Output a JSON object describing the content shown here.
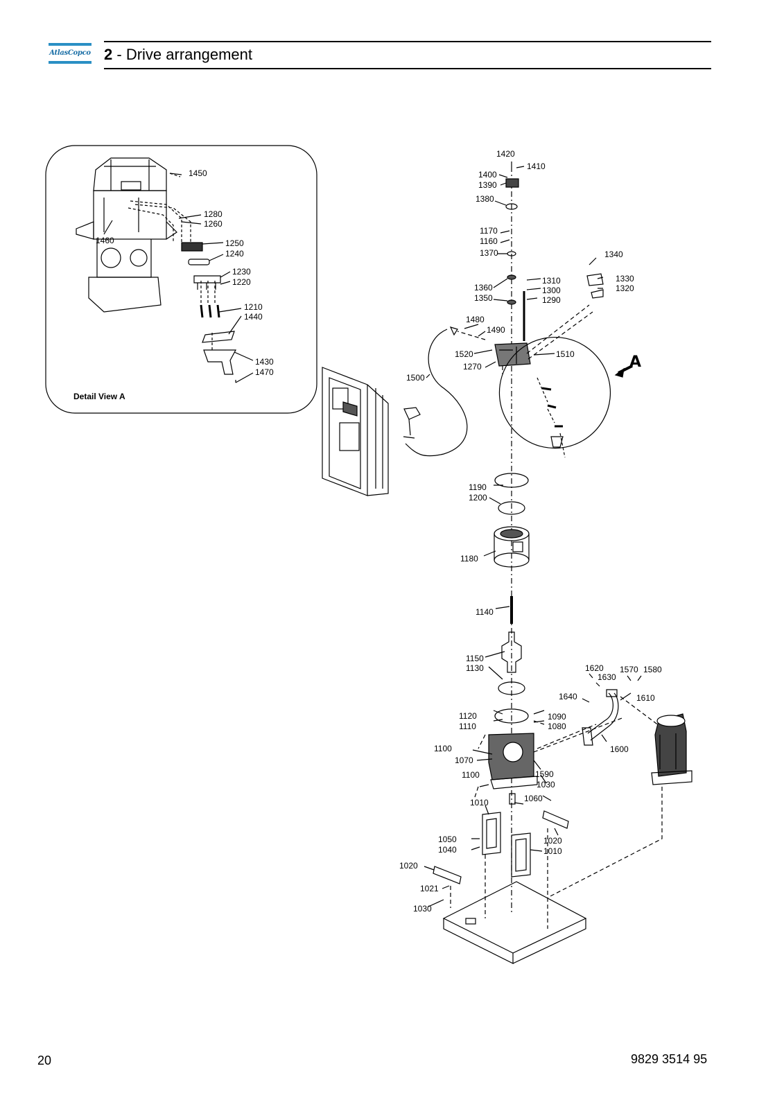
{
  "header": {
    "logo_text": "AtlasCopco",
    "section_number": "2",
    "section_separator": " - ",
    "section_title": "Drive arrangement"
  },
  "diagram": {
    "detail_view_title": "Detail View A",
    "view_marker": "A",
    "labels": {
      "l1450": "1450",
      "l1280": "1280",
      "l1260": "1260",
      "l1460": "1460",
      "l1250": "1250",
      "l1240": "1240",
      "l1230": "1230",
      "l1220": "1220",
      "l1210": "1210",
      "l1440": "1440",
      "l1430": "1430",
      "l1470": "1470",
      "l1420": "1420",
      "l1410": "1410",
      "l1400": "1400",
      "l1390": "1390",
      "l1380": "1380",
      "l1170": "1170",
      "l1160": "1160",
      "l1370": "1370",
      "l1340": "1340",
      "l1330": "1330",
      "l1320": "1320",
      "l1310": "1310",
      "l1300": "1300",
      "l1290": "1290",
      "l1360": "1360",
      "l1350": "1350",
      "l1480": "1480",
      "l1490": "1490",
      "l1520": "1520",
      "l1510": "1510",
      "l1270": "1270",
      "l1500": "1500",
      "l1190": "1190",
      "l1200": "1200",
      "l1180": "1180",
      "l1140": "1140",
      "l1150": "1150",
      "l1130": "1130",
      "l1620": "1620",
      "l1630": "1630",
      "l1570": "1570",
      "l1580": "1580",
      "l1640": "1640",
      "l1610": "1610",
      "l1120": "1120",
      "l1110": "1110",
      "l1090": "1090",
      "l1080": "1080",
      "l1600": "1600",
      "l1100a": "1100",
      "l1070": "1070",
      "l1590": "1590",
      "l1100b": "1100",
      "l1030a": "1030",
      "l1060": "1060",
      "l1010a": "1010",
      "l1050": "1050",
      "l1040": "1040",
      "l1020a": "1020",
      "l1010b": "1010",
      "l1020b": "1020",
      "l1021": "1021",
      "l1030b": "1030"
    }
  },
  "footer": {
    "page_number": "20",
    "document_number": "9829 3514 95"
  }
}
